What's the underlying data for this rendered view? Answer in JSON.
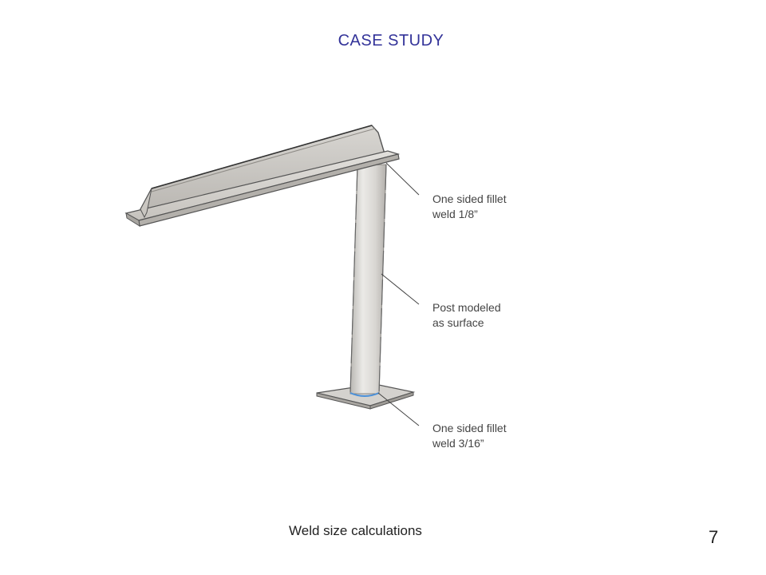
{
  "slide": {
    "title": "CASE STUDY",
    "subtitle": "Weld size calculations",
    "page_number": "7"
  },
  "callouts": {
    "top": {
      "line1": "One sided fillet",
      "line2": "weld 1/8”"
    },
    "middle": {
      "line1": "Post modeled",
      "line2": "as surface"
    },
    "bottom": {
      "line1": "One sided fillet",
      "line2": "weld 3/16”"
    }
  },
  "colors": {
    "title": "#333399",
    "steel_light": "#dcdad6",
    "steel_mid": "#bcb9b4",
    "steel_edge": "#555555",
    "weld_highlight": "#4a90d9"
  }
}
